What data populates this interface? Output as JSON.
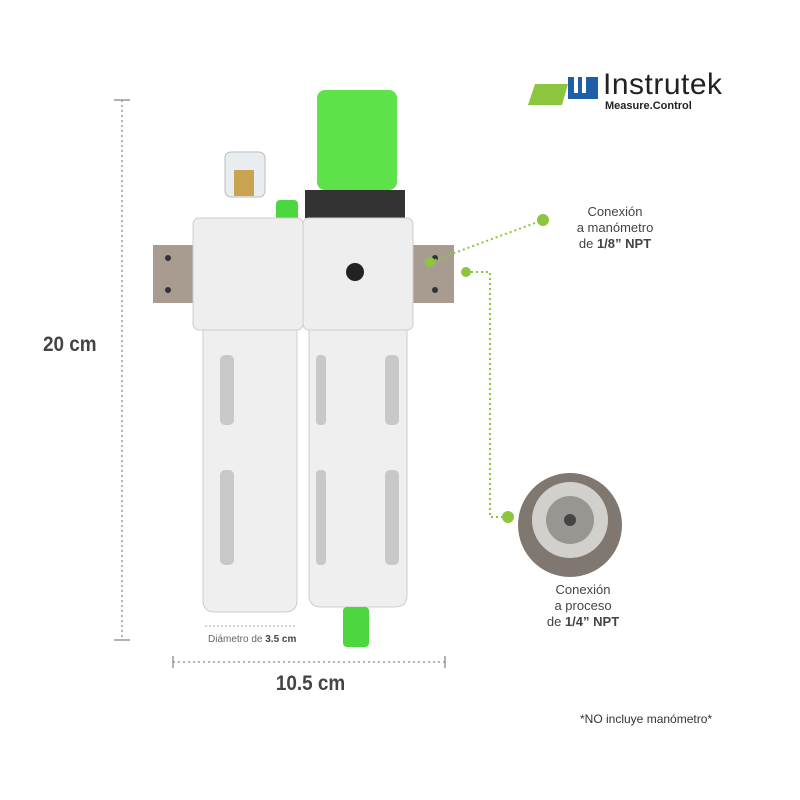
{
  "logo": {
    "brand": "Instrutek",
    "tagline": "Measure.Control",
    "colors": {
      "green": "#8cc63f",
      "blue": "#1f5fa8"
    }
  },
  "dimensions": {
    "height_label": "20 cm",
    "width_label": "10.5 cm",
    "diameter_prefix": "Diámetro de",
    "diameter_value": "3.5 cm"
  },
  "callouts": {
    "gauge": {
      "line1": "Conexión",
      "line2": "a manómetro",
      "line3_prefix": "de",
      "line3_value": "1/8” NPT"
    },
    "process": {
      "line1": "Conexión",
      "line2": "a proceso",
      "line3_prefix": "de",
      "line3_value": "1/4” NPT"
    }
  },
  "note": "*NO incluye manómetro*",
  "accent_color": "#8cc63f"
}
